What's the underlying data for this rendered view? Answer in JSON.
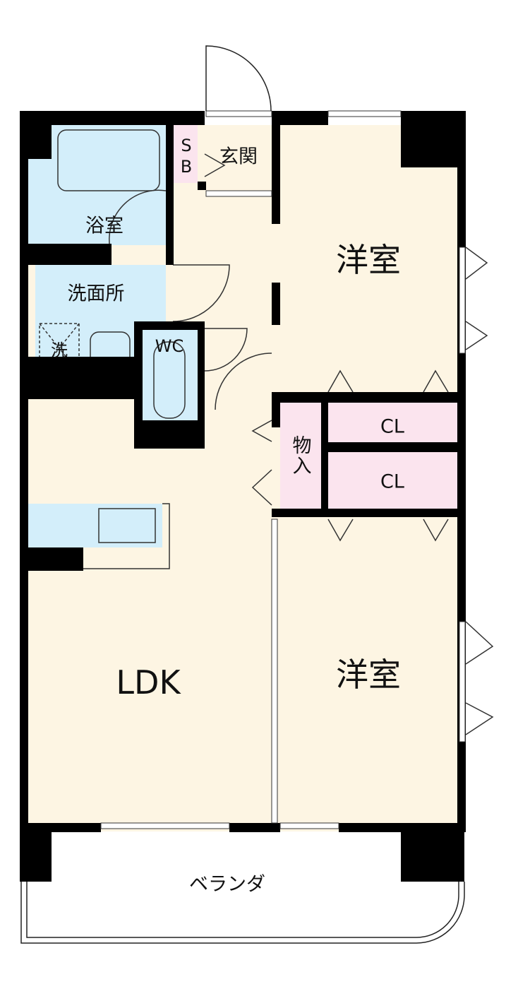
{
  "rooms": {
    "bath": "浴室",
    "washroom": "洗面所",
    "washer": "洗",
    "wc": "WC",
    "shoe_box": "SB",
    "entrance": "玄関",
    "western_room_1": "洋室",
    "western_room_2": "洋室",
    "closet_1": "CL",
    "closet_2": "CL",
    "storage": "物入",
    "ldk": "LDK",
    "veranda": "ベランダ"
  },
  "colors": {
    "wall": "#000000",
    "wet_area": "#d3eefa",
    "room": "#fdf5e3",
    "storage": "#fbe4ee"
  }
}
